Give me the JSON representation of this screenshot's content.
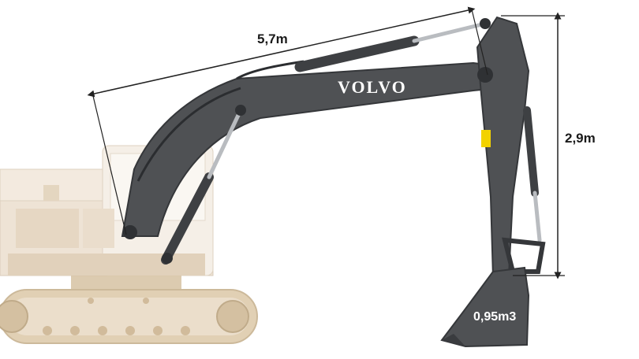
{
  "image": {
    "subject": "excavator-boom-and-arm",
    "brand_text": "VOLVO",
    "dimensions": {
      "reach_label": "5,7m",
      "height_label": "2,9m",
      "bucket_label": "0,95m3"
    },
    "colors": {
      "boom": "#4f5154",
      "boom_dark": "#3c3e41",
      "cab_faded": "#e9dccb",
      "track_faded": "#d9c6a8",
      "warning_sticker": "#f2d200",
      "dimension_line": "#222222"
    }
  }
}
